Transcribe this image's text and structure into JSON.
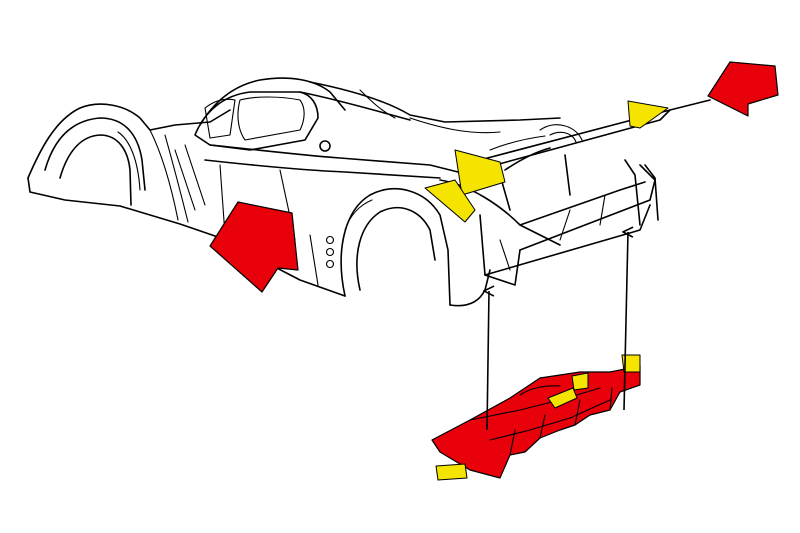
{
  "diagram": {
    "colors": {
      "highlight_primary": "#e8000b",
      "highlight_secondary": "#f5e300",
      "outline": "#000000",
      "background": "#ffffff"
    },
    "parts": [
      {
        "id": "front-side-panel",
        "color": "highlight_primary"
      },
      {
        "id": "rear-wing-endplate",
        "color": "highlight_primary"
      },
      {
        "id": "rear-wing-mount",
        "color": "highlight_secondary"
      },
      {
        "id": "rear-fender-insert",
        "color": "highlight_secondary"
      },
      {
        "id": "wing-edge-flap",
        "color": "highlight_secondary"
      },
      {
        "id": "rear-diffuser",
        "color": "highlight_primary"
      },
      {
        "id": "diffuser-tabs",
        "color": "highlight_secondary"
      }
    ],
    "arrows": [
      {
        "id": "diffuser-to-left-mount"
      },
      {
        "id": "diffuser-to-right-mount"
      }
    ]
  }
}
